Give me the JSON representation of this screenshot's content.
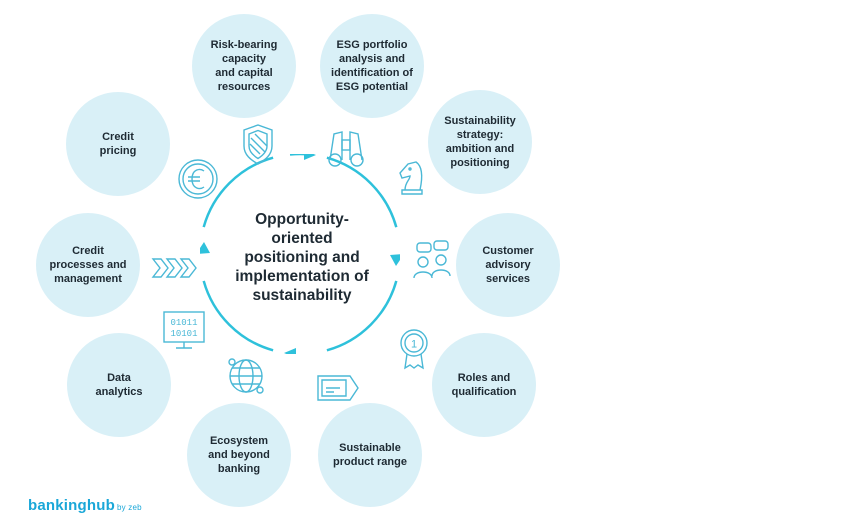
{
  "center": {
    "title": "Opportunity-\noriented\npositioning and\nimplementation of\nsustainability"
  },
  "items": [
    {
      "label": "Risk-bearing\ncapacity\nand capital\nresources",
      "icon": "shield-icon"
    },
    {
      "label": "ESG portfolio\nanalysis and\nidentification of\nESG potential",
      "icon": "binoculars-icon"
    },
    {
      "label": "Sustainability\nstrategy:\nambition and\npositioning",
      "icon": "chess-knight-icon"
    },
    {
      "label": "Customer\nadvisory\nservices",
      "icon": "people-chat-icon"
    },
    {
      "label": "Roles and\nqualification",
      "icon": "award-medal-icon"
    },
    {
      "label": "Sustainable\nproduct range",
      "icon": "product-card-icon"
    },
    {
      "label": "Ecosystem\nand beyond\nbanking",
      "icon": "globe-network-icon"
    },
    {
      "label": "Data\nanalytics",
      "icon": "binary-monitor-icon"
    },
    {
      "label": "Credit\nprocesses and\nmanagement",
      "icon": "chevrons-right-icon"
    },
    {
      "label": "Credit\npricing",
      "icon": "euro-coin-icon"
    }
  ],
  "icon_texts": {
    "binary_line_1": "01011",
    "binary_line_2": "10101",
    "medal_number": "1"
  },
  "brand": {
    "name": "bankinghub",
    "suffix": "by zeb"
  },
  "colors": {
    "accent": "#2ec1db",
    "bubble": "#d9f0f7",
    "text": "#1e2a33",
    "brand": "#1aa7d8",
    "icon_stroke": "#4ab8d6"
  }
}
